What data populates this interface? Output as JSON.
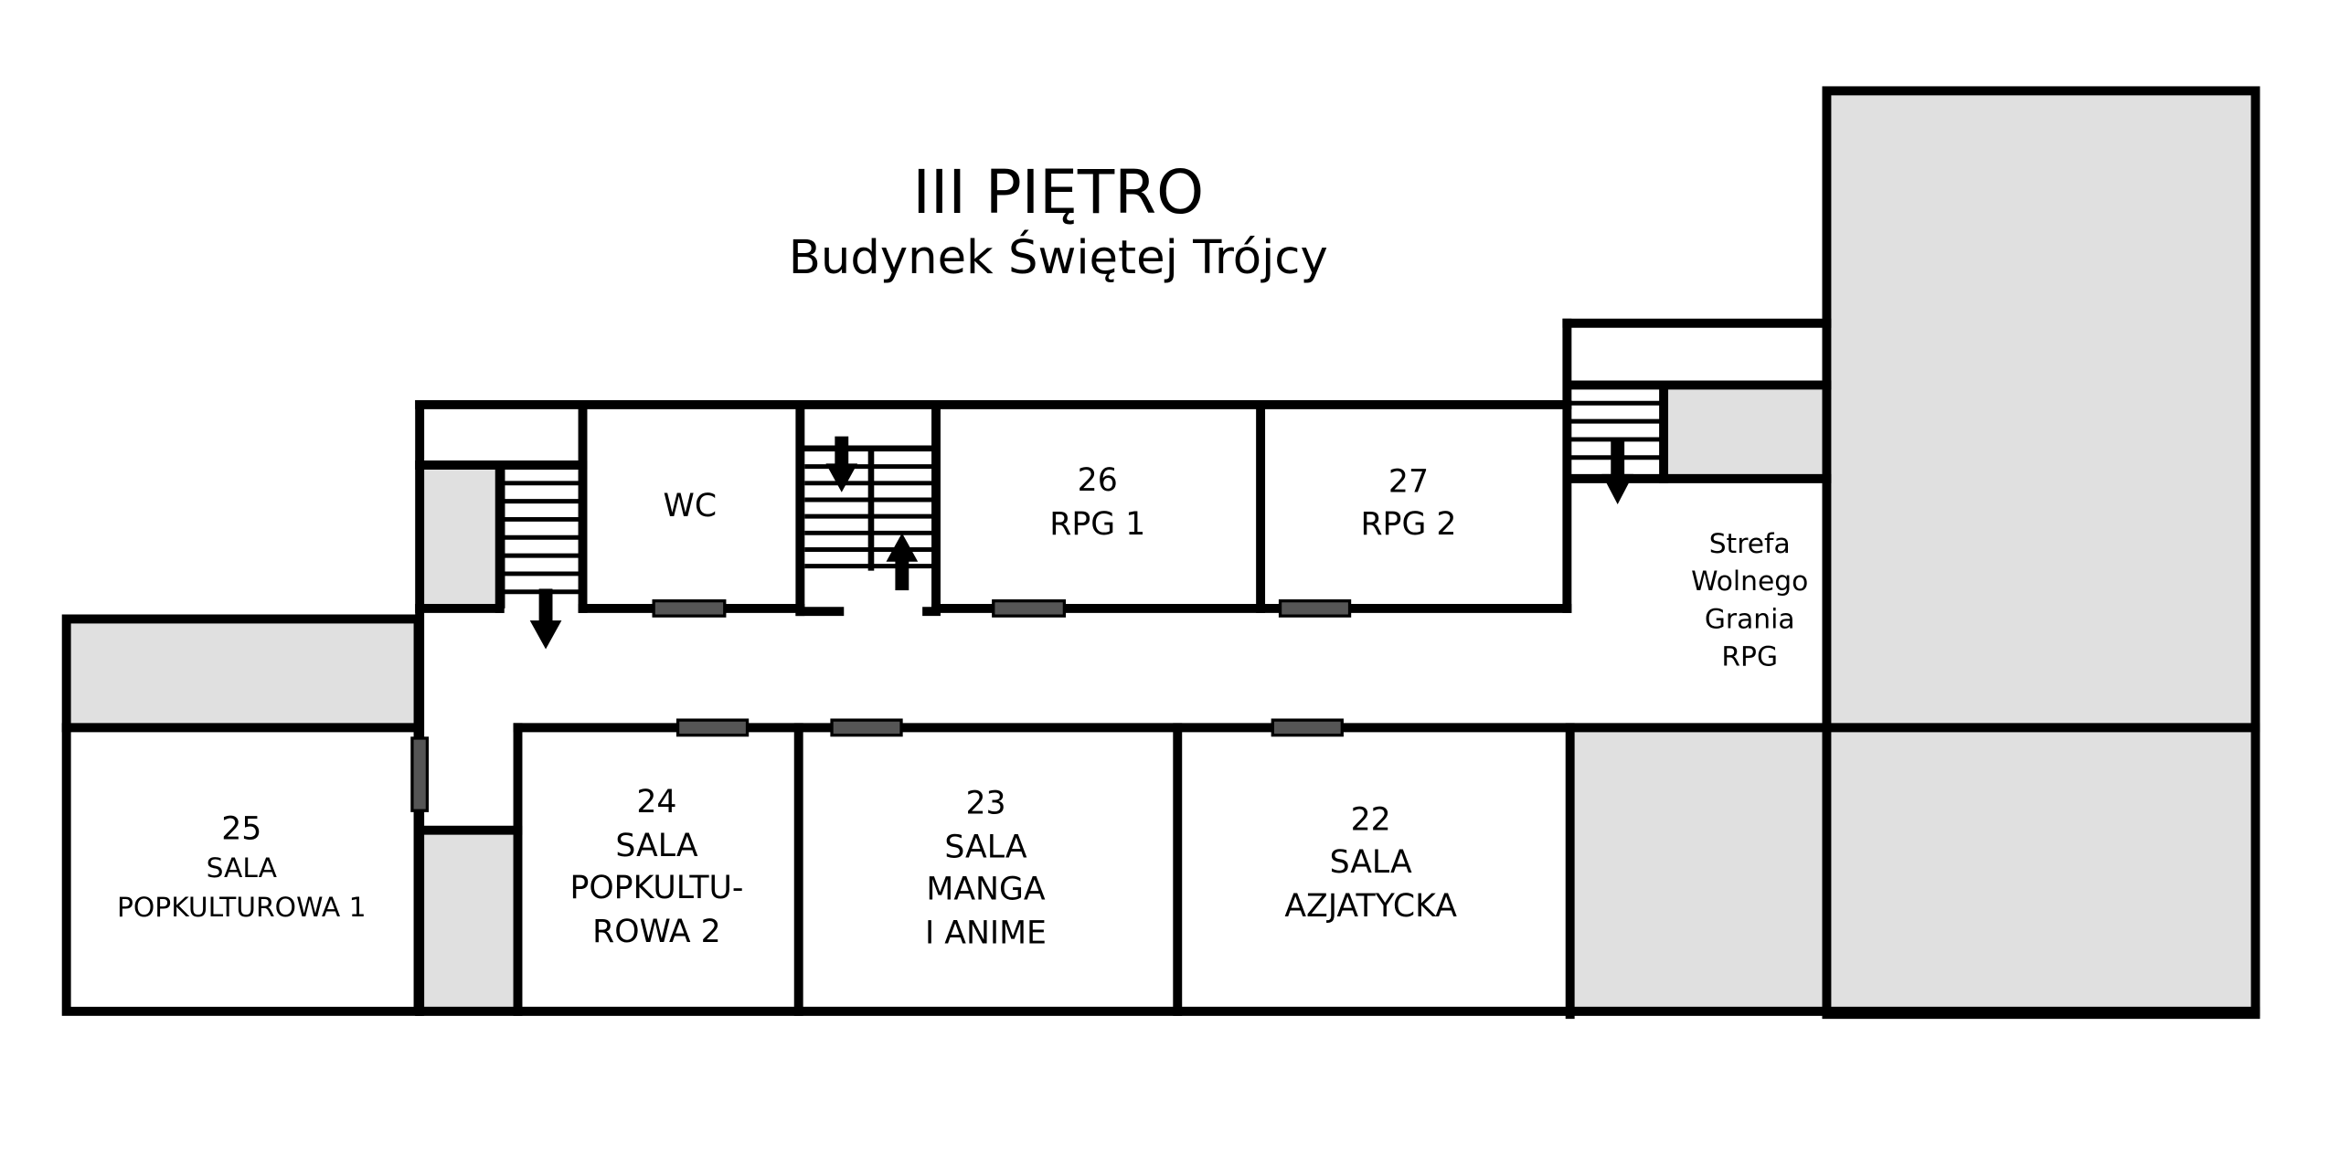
{
  "title": "III PIĘTRO",
  "subtitle": "Budynek Świętej Trójcy",
  "colors": {
    "wall": "#000000",
    "unavailable": "#e0e0e0",
    "door": "#555555"
  },
  "rooms": {
    "wc": {
      "label": "WC"
    },
    "r26": {
      "number": "26",
      "name": "RPG 1"
    },
    "r27": {
      "number": "27",
      "name": "RPG 2"
    },
    "strefa": {
      "lines": [
        "Strefa",
        "Wolnego",
        "Grania",
        "RPG"
      ]
    },
    "r25": {
      "number": "25",
      "lines": [
        "SALA",
        "POPKULTUROWA 1"
      ]
    },
    "r24": {
      "number": "24",
      "lines": [
        "SALA",
        "POPKULTU-",
        "ROWA 2"
      ]
    },
    "r23": {
      "number": "23",
      "lines": [
        "SALA",
        "MANGA",
        "I ANIME"
      ]
    },
    "r22": {
      "number": "22",
      "lines": [
        "SALA",
        "AZJATYCKA"
      ]
    }
  }
}
